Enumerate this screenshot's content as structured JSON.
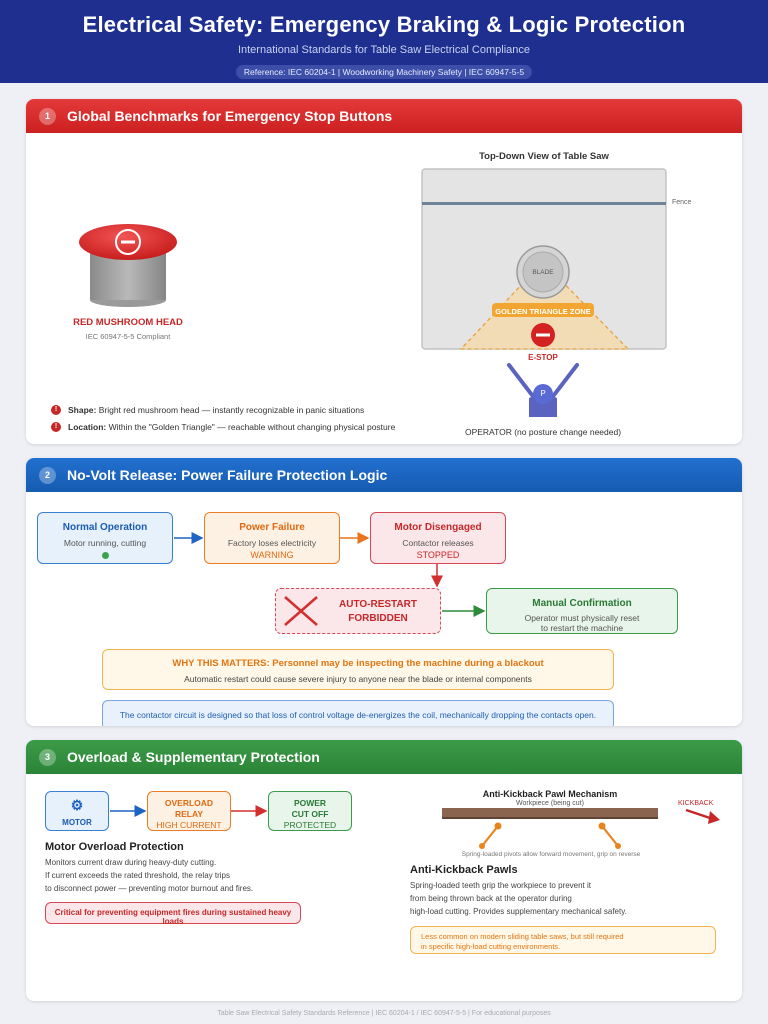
{
  "header": {
    "title": "Electrical Safety: Emergency Braking & Logic Protection",
    "subtitle": "International Standards for Table Saw Electrical Compliance",
    "reference": "Reference: IEC 60204-1 | Woodworking Machinery Safety | IEC 60947-5-5"
  },
  "section1": {
    "num": "1",
    "title": "Global Benchmarks for Emergency Stop Buttons",
    "button_label": "RED MUSHROOM HEAD",
    "button_compliance": "IEC 60947-5-5 Compliant",
    "bullets": [
      {
        "label": "Shape:",
        "text": "Bright red mushroom head — instantly recognizable in panic situations"
      },
      {
        "label": "Location:",
        "text": "Within the \"Golden Triangle\" — reachable without changing physical posture"
      }
    ],
    "saw_title": "Top-Down View of Table Saw",
    "fence_label": "Fence",
    "blade_label": "BLADE",
    "zone_label": "GOLDEN TRIANGLE ZONE",
    "estop_label": "E-STOP",
    "operator_letter": "P",
    "operator_label": "OPERATOR (no posture change needed)"
  },
  "section2": {
    "num": "2",
    "title": "No-Volt Release: Power Failure Protection Logic",
    "normal": {
      "title": "Normal Operation",
      "desc": "Motor running, cutting"
    },
    "failure": {
      "title": "Power Failure",
      "desc": "Factory loses electricity",
      "status": "WARNING"
    },
    "disengaged": {
      "title": "Motor Disengaged",
      "desc": "Contactor releases",
      "status": "STOPPED"
    },
    "forbidden": {
      "line1": "AUTO-RESTART",
      "line2": "FORBIDDEN"
    },
    "manual": {
      "title": "Manual Confirmation",
      "line1": "Operator must physically reset",
      "line2": "to restart the machine"
    },
    "why": {
      "title": "WHY THIS MATTERS: Personnel may be inspecting the machine during a blackout",
      "text": "Automatic restart could cause severe injury to anyone near the blade or internal components"
    },
    "note": "The contactor circuit is designed so that loss of control voltage de-energizes the coil, mechanically dropping the contacts open."
  },
  "section3": {
    "num": "3",
    "title": "Overload & Supplementary Protection",
    "motor_label": "MOTOR",
    "relay": {
      "line1": "OVERLOAD",
      "line2": "RELAY",
      "status": "HIGH CURRENT"
    },
    "cutoff": {
      "line1": "POWER",
      "line2": "CUT OFF",
      "status": "PROTECTED"
    },
    "overload_title": "Motor Overload Protection",
    "overload_lines": [
      "Monitors current draw during heavy-duty cutting.",
      "If current exceeds the rated threshold, the relay trips",
      "to disconnect power — preventing motor burnout and fires."
    ],
    "critical": "Critical for preventing equipment fires during sustained heavy loads",
    "pawl_title": "Anti-Kickback Pawl Mechanism",
    "workpiece_label": "Workpiece (being cut)",
    "kickback_label": "KICKBACK",
    "pivot_note": "Spring-loaded pivots allow forward movement, grip on reverse",
    "pawls_title": "Anti-Kickback Pawls",
    "pawls_lines": [
      "Spring-loaded teeth grip the workpiece to prevent it",
      "from being thrown back at the operator during",
      "high-load cutting. Provides supplementary mechanical safety."
    ],
    "pawls_note_lines": [
      "Less common on modern sliding table saws, but still required",
      "in specific high-load cutting environments."
    ]
  },
  "footer": "Table Saw Electrical Safety Standards Reference | IEC 60204-1 / IEC 60947-5-5 | For educational purposes"
}
